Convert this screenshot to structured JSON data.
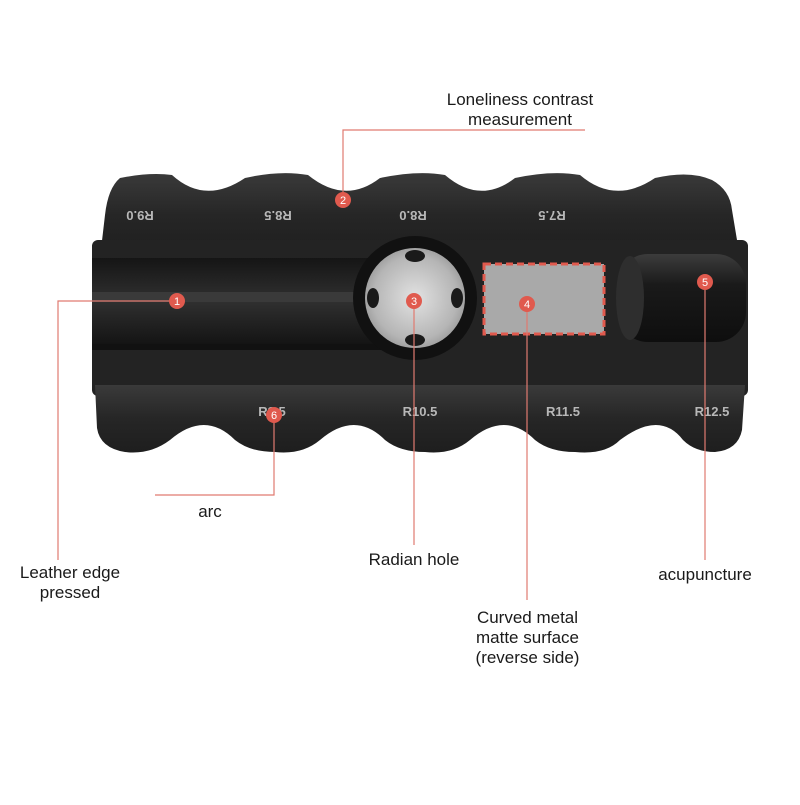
{
  "engravings": {
    "top": [
      "R9.0",
      "R8.5",
      "R8.0",
      "R7.5"
    ],
    "bottom": [
      "R9.5",
      "R10.5",
      "R11.5",
      "R12.5"
    ]
  },
  "markers": [
    {
      "number": "1",
      "label": [
        "Leather edge",
        "pressed"
      ]
    },
    {
      "number": "2",
      "label": [
        "Loneliness contrast",
        "measurement"
      ]
    },
    {
      "number": "3",
      "label": [
        "Radian hole"
      ]
    },
    {
      "number": "4",
      "label": [
        "Curved metal",
        "matte surface",
        "(reverse side)"
      ]
    },
    {
      "number": "5",
      "label": [
        "acupuncture"
      ]
    },
    {
      "number": "6",
      "label": [
        "arc"
      ]
    }
  ],
  "colors": {
    "tool_body": "#2a2a2a",
    "accent_red": "#e05a4e",
    "leader_line": "#e07a70",
    "metal": "#b9b9b9"
  }
}
